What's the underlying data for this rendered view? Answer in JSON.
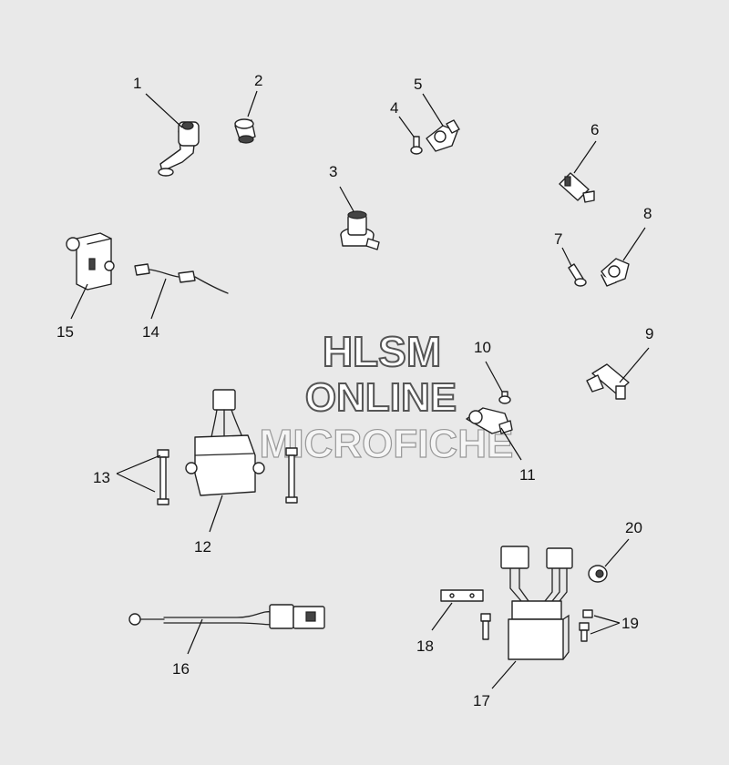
{
  "watermark": {
    "line1": "HLSM",
    "line2": "ONLINE",
    "line3": "MICROFICHE"
  },
  "callouts": {
    "p1": "1",
    "p2": "2",
    "p3": "3",
    "p4": "4",
    "p5": "5",
    "p6": "6",
    "p7": "7",
    "p8": "8",
    "p9": "9",
    "p10": "10",
    "p11": "11",
    "p12": "12",
    "p13": "13",
    "p14": "14",
    "p15": "15",
    "p16": "16",
    "p17": "17",
    "p18": "18",
    "p19": "19",
    "p20": "20"
  },
  "colors": {
    "background": "#e9e9e9",
    "line": "#222222",
    "part_fill": "#ffffff"
  }
}
